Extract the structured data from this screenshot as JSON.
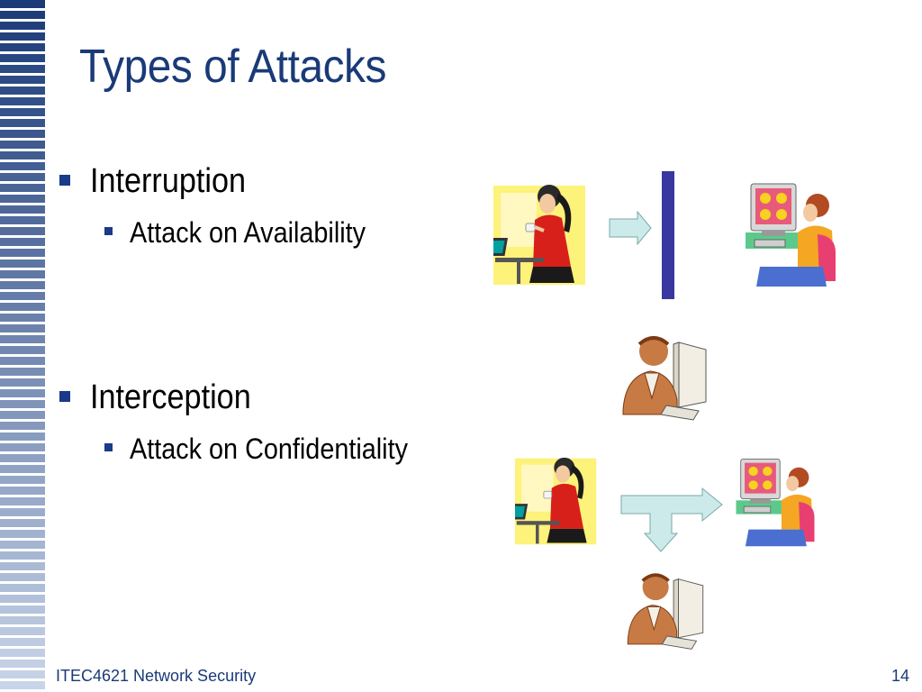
{
  "slide": {
    "title": "Types of Attacks",
    "bullets": [
      {
        "label": "Interruption",
        "sub": "Attack on Availability"
      },
      {
        "label": "Interception",
        "sub": "Attack on Confidentiality"
      }
    ]
  },
  "footer": {
    "course": "ITEC4621 Network Security",
    "page": "14"
  },
  "colors": {
    "title": "#1a3a78",
    "bullet": "#1a3a8a",
    "barrier": "#3838a0",
    "arrow": "#cdeaea"
  },
  "icons": [
    "woman-laptop-sender-icon",
    "arrow-right-icon",
    "barrier-bar-icon",
    "woman-computer-receiver-icon",
    "man-computer-interceptor-icon",
    "arrow-down-icon"
  ]
}
